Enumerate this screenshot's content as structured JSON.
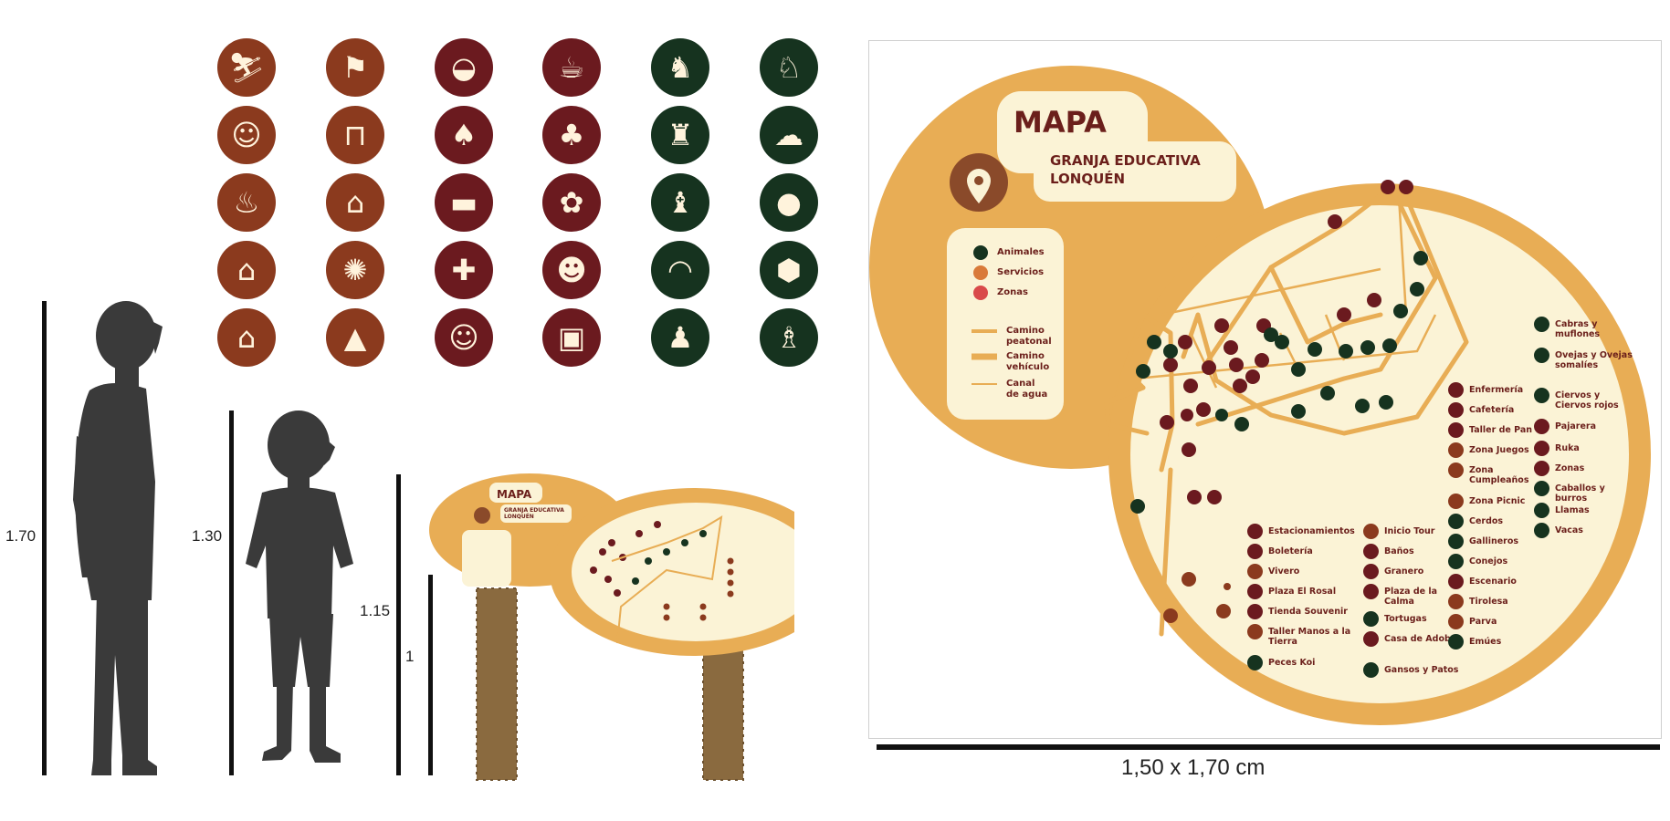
{
  "colors": {
    "services": "#8b3a1e",
    "zones": "#6b1a1f",
    "animals": "#16331f",
    "map_orange": "#e8ad55",
    "map_cream": "#fbf3d6",
    "title_red": "#6b1f1b",
    "silhouette": "#3a3a3a"
  },
  "icon_grid": {
    "columns": [
      {
        "color_key": "services",
        "icons": [
          "slide-icon",
          "farmer-icon",
          "bbq-icon",
          "birdhouse-icon",
          "birdhouse-icon"
        ]
      },
      {
        "color_key": "services",
        "icons": [
          "farmer-flag-icon",
          "picnic-table-icon",
          "barn-icon",
          "bee-icon",
          "tent-icon"
        ]
      },
      {
        "color_key": "zones",
        "icons": [
          "oven-icon",
          "hen-icon",
          "car-icon",
          "first-aid-icon",
          "farmer-icon"
        ]
      },
      {
        "color_key": "zones",
        "icons": [
          "teapot-icon",
          "rooster-icon",
          "gift-icon",
          "farmer-hat-icon",
          "ticket-icon"
        ]
      },
      {
        "color_key": "animals",
        "icons": [
          "llama-icon",
          "cow-icon",
          "goat-icon",
          "fish-icon",
          "goose-icon"
        ]
      },
      {
        "color_key": "animals",
        "icons": [
          "rabbit-icon",
          "sheep-icon",
          "pig-icon",
          "turtle-icon",
          "emu-icon"
        ]
      }
    ]
  },
  "scale": {
    "adult": "1.70",
    "child": "1.30",
    "sign_top": "1.15",
    "sign_bottom": "1"
  },
  "map": {
    "title": "MAPA",
    "subtitle_line1": "GRANJA EDUCATIVA",
    "subtitle_line2": "LONQUÉN",
    "legend": {
      "animals": "Animales",
      "services": "Servicios",
      "zones": "Zonas",
      "walk_path": "Camino peatonal",
      "vehicle_path": "Camino vehículo",
      "water_canal": "Canal de agua"
    },
    "list_col1": [
      "Estacionamientos",
      "Boletería",
      "Vivero",
      "Plaza El Rosal",
      "Tienda Souvenir",
      "Taller Manos a la Tierra",
      "Peces Koi"
    ],
    "list_col2": [
      "Inicio Tour",
      "Baños",
      "Granero",
      "Plaza de la Calma",
      "Tortugas",
      "Casa de Adobe",
      "Gansos y Patos"
    ],
    "list_col3": [
      "Enfermería",
      "Cafetería",
      "Taller de Pan",
      "Zona Juegos",
      "Zona Cumpleaños",
      "Zona Picnic",
      "Cerdos",
      "Gallineros",
      "Conejos",
      "Escenario",
      "Tirolesa",
      "Parva",
      "Emúes"
    ],
    "list_col4": [
      "Cabras y muflones",
      "Ovejas y Ovejas somalíes",
      "Ciervos y Ciervos rojos",
      "Pajarera",
      "Ruka",
      "Zonas",
      "Caballos y burros",
      "Llamas",
      "Vacas"
    ]
  },
  "mini_sign": {
    "title": "MAPA",
    "subtitle": "GRANJA EDUCATIVA LONQUÉN"
  },
  "dimension_label": "1,50 x 1,70 cm"
}
